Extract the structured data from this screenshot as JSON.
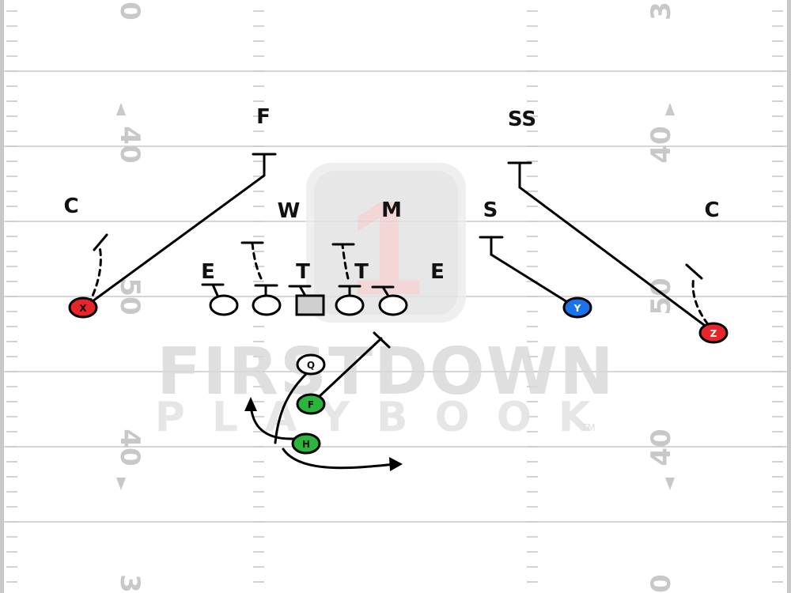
{
  "diagram": {
    "yard_numbers": {
      "left": [
        "0",
        "40",
        "50",
        "40",
        "3"
      ],
      "right": [
        "3",
        "40",
        "50",
        "40",
        "0"
      ]
    },
    "watermark": {
      "digit": "1",
      "line1": "FIRSTDOWN",
      "line2": "PLAYBOOK",
      "tm": "TM"
    },
    "defense_labels": {
      "corner_left": "C",
      "free_safety": "F",
      "strong_safety": "SS",
      "corner_right": "C",
      "will": "W",
      "mike": "M",
      "sam": "S",
      "end_left": "E",
      "tackle_left": "T",
      "tackle_right": "T",
      "end_right": "E"
    },
    "offense_labels": {
      "x": "X",
      "y": "Y",
      "z": "Z",
      "q": "Q",
      "f": "F",
      "h": "H"
    },
    "colors": {
      "x_receiver": "#e8252a",
      "z_receiver": "#e8252a",
      "y_receiver": "#1a73e8",
      "backs": "#2ab53c",
      "quarterback": "#ffffff",
      "lines": "#000000",
      "center": "#cfcfcf",
      "yard_lines": "#c8c8c8"
    }
  }
}
